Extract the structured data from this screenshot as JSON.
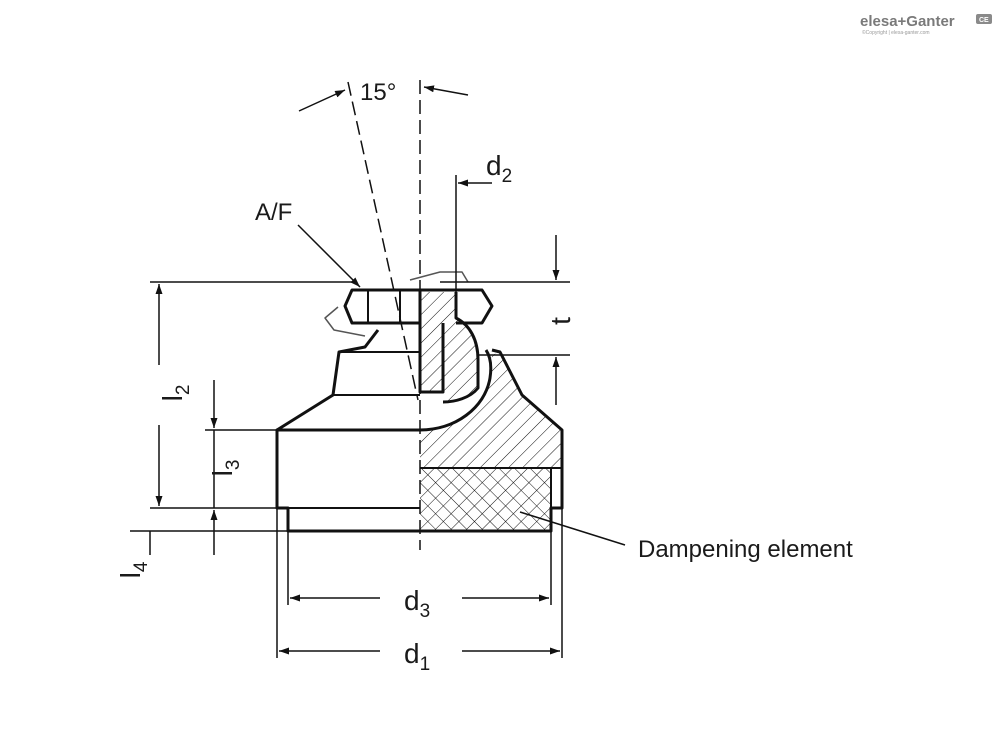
{
  "brand": {
    "name": "elesa+Ganter",
    "copyright": "©Copyright | elesa-ganter.com",
    "mark": "CE"
  },
  "annotations": {
    "angle": "15°",
    "across_flats": "A/F",
    "d2": {
      "base": "d",
      "sub": "2"
    },
    "t": "t",
    "l2": {
      "base": "l",
      "sub": "2"
    },
    "l3": {
      "base": "l",
      "sub": "3"
    },
    "l4": {
      "base": "l",
      "sub": "4"
    },
    "d3": {
      "base": "d",
      "sub": "3"
    },
    "d1": {
      "base": "d",
      "sub": "1"
    },
    "dampening": "Dampening element"
  },
  "colors": {
    "line": "#111111",
    "ink": "#1a1a1a",
    "logo": "#7a7a7a"
  }
}
